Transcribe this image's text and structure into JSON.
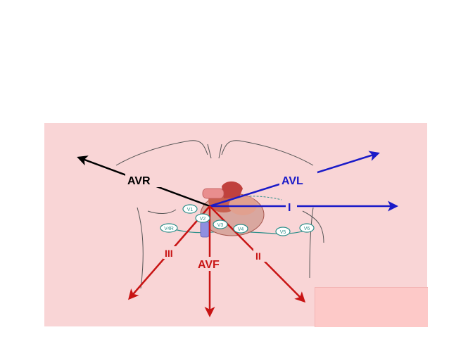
{
  "diagram": {
    "leads": {
      "avr": "AVR",
      "avl": "AVL",
      "i": "I",
      "ii": "II",
      "iii": "III",
      "avf": "AVF"
    },
    "electrodes": [
      "V1",
      "V2",
      "V3",
      "V4",
      "V5",
      "V6",
      "V4R"
    ],
    "colors": {
      "background_panel": "#f9d5d6",
      "corner_box": "#fdc9c8",
      "augmented_right": "#000000",
      "left_leads": "#1a1ac8",
      "inferior_leads": "#c81414",
      "electrode_ring": "#2c8f8a"
    }
  }
}
